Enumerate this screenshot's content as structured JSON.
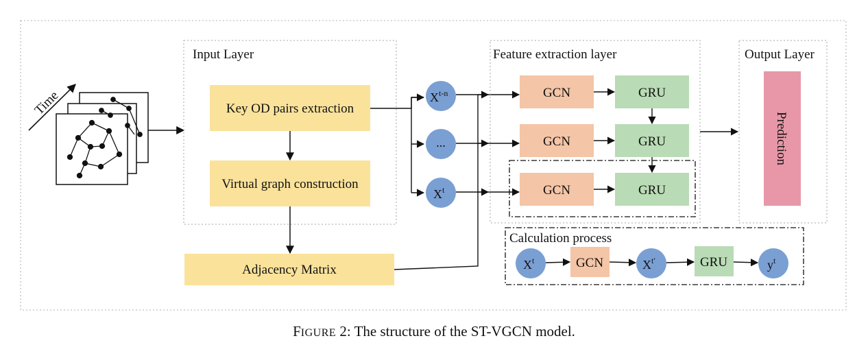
{
  "sections": {
    "input_layer": "Input Layer",
    "feature_layer": "Feature extraction layer",
    "output_layer": "Output Layer",
    "calc_process": "Calculation process"
  },
  "time_label": "Time",
  "input_boxes": {
    "key_od": "Key OD pairs extraction",
    "virtual_graph": "Virtual graph construction",
    "adjacency": "Adjacency Matrix"
  },
  "nodes": {
    "x_t_n_base": "X",
    "x_t_n_sup": "t-n",
    "ellipsis": "...",
    "x_t_base": "X",
    "x_t_sup": "t"
  },
  "feature_blocks": {
    "gcn": "GCN",
    "gru": "GRU"
  },
  "output": {
    "prediction": "Prediction"
  },
  "calc": {
    "xt_base": "X",
    "xt_sup": "t",
    "gcn": "GCN",
    "xt2_base": "X",
    "xt2_sup": "t′",
    "gru": "GRU",
    "yt_base": "y",
    "yt_sup": "t"
  },
  "caption": {
    "figure_word_first": "F",
    "figure_word_rest": "IGURE",
    "number": " 2: The structure of the ST-VGCN model."
  },
  "colors": {
    "yellow_box": "#fae29a",
    "gcn_box": "#f4c5a6",
    "gru_box": "#b9dbb5",
    "prediction_box": "#e797a8",
    "node_circle": "#7a9fd3",
    "dotted_border": "#b8b8b8"
  }
}
